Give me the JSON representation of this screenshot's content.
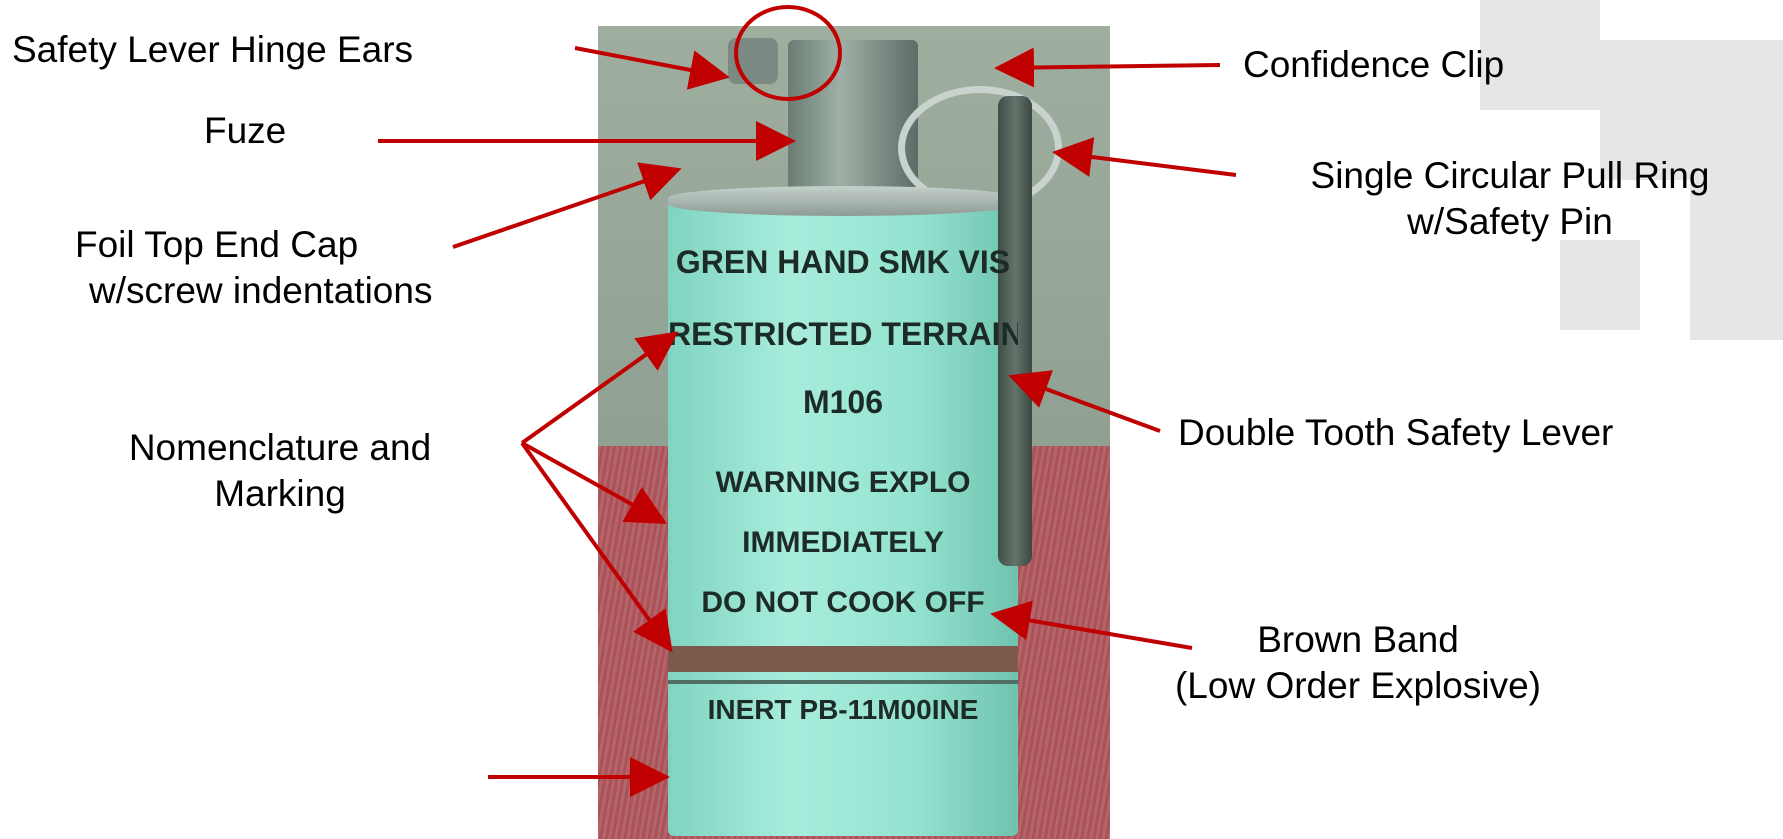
{
  "photo": {
    "can_lines": [
      "GREN HAND SMK VIS",
      "RESTRICTED TERRAIN",
      "M106",
      "WARNING   EXPLO",
      "IMMEDIATELY",
      "DO NOT COOK OFF",
      "INERT PB-11M00INE"
    ]
  },
  "labels": {
    "hinge_ears": "Safety Lever Hinge Ears",
    "fuze": "Fuze",
    "foil_cap_line1": "Foil Top End Cap",
    "foil_cap_line2": "w/screw indentations",
    "nomenclature_line1": "Nomenclature and",
    "nomenclature_line2": "Marking",
    "confidence_clip": "Confidence Clip",
    "pull_ring_line1": "Single Circular Pull Ring",
    "pull_ring_line2": "w/Safety Pin",
    "safety_lever": "Double Tooth Safety Lever",
    "brown_band_line1": "Brown Band",
    "brown_band_line2": "(Low Order Explosive)"
  },
  "colors": {
    "arrow": "#c00000",
    "can_body": "#94e3d0",
    "brown_band": "#7a5b4a"
  }
}
